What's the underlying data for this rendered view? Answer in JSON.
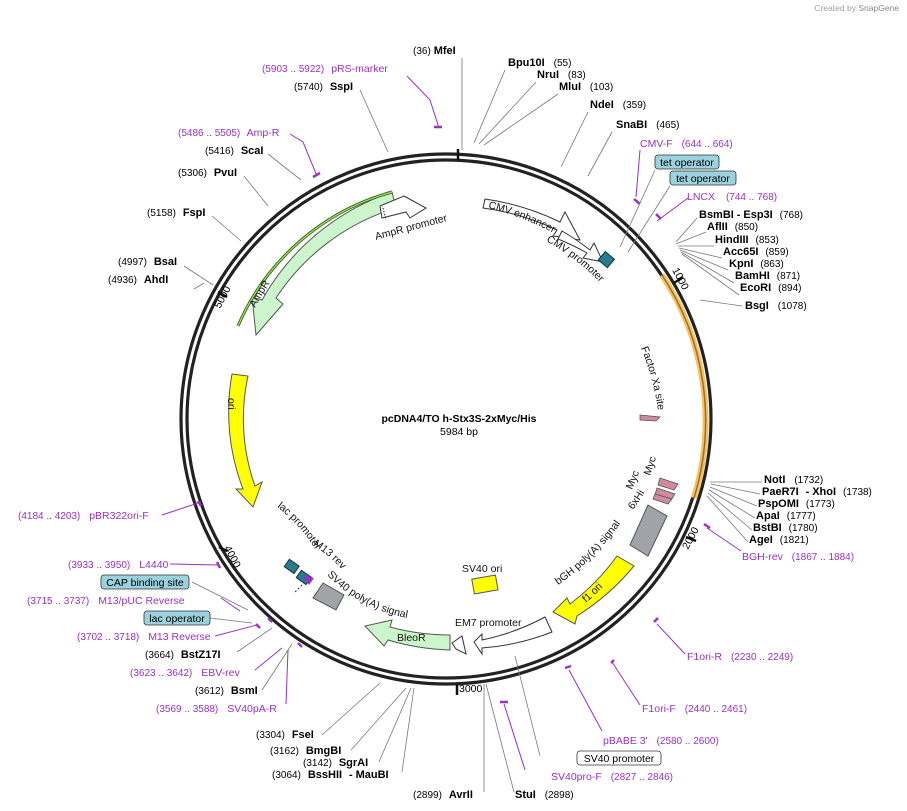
{
  "credit": {
    "created_by": "Created by",
    "brand": "SnapGene"
  },
  "plasmid": {
    "name": "pcDNA4/TO h-Stx3S-2xMyc/His",
    "length": "5984 bp"
  },
  "ticks": [
    "1000",
    "2000",
    "3000",
    "4000",
    "5000"
  ],
  "enzymes": [
    {
      "name": "MfeI",
      "coord": "(36)"
    },
    {
      "name": "Bpu10I",
      "coord": "(55)"
    },
    {
      "name": "NruI",
      "coord": "(83)"
    },
    {
      "name": "MluI",
      "coord": "(103)"
    },
    {
      "name": "NdeI",
      "coord": "(359)"
    },
    {
      "name": "SnaBI",
      "coord": "(465)"
    },
    {
      "name": "BsmBI",
      "name2": "Esp3I",
      "coord": "(768)"
    },
    {
      "name": "AflII",
      "coord": "(850)"
    },
    {
      "name": "HindIII",
      "coord": "(853)"
    },
    {
      "name": "Acc65I",
      "coord": "(859)"
    },
    {
      "name": "KpnI",
      "coord": "(863)"
    },
    {
      "name": "BamHI",
      "coord": "(871)"
    },
    {
      "name": "EcoRI",
      "coord": "(894)"
    },
    {
      "name": "BsgI",
      "coord": "(1078)"
    },
    {
      "name": "NotI",
      "coord": "(1732)"
    },
    {
      "name": "PaeR7I",
      "name2": "XhoI",
      "coord": "(1738)"
    },
    {
      "name": "PspOMI",
      "coord": "(1773)"
    },
    {
      "name": "ApaI",
      "coord": "(1777)"
    },
    {
      "name": "BstBI",
      "coord": "(1780)"
    },
    {
      "name": "AgeI",
      "coord": "(1821)"
    },
    {
      "name": "StuI",
      "coord": "(2898)"
    },
    {
      "name": "AvrII",
      "coord": "(2899)"
    },
    {
      "name": "BssHII",
      "name2": "MauBI",
      "coord": "(3064)"
    },
    {
      "name": "SgrAI",
      "coord": "(3142)"
    },
    {
      "name": "BmgBI",
      "coord": "(3162)"
    },
    {
      "name": "FseI",
      "coord": "(3304)"
    },
    {
      "name": "BsmI",
      "coord": "(3612)"
    },
    {
      "name": "BstZ17I",
      "coord": "(3664)"
    },
    {
      "name": "AhdI",
      "coord": "(4936)"
    },
    {
      "name": "BsaI",
      "coord": "(4997)"
    },
    {
      "name": "FspI",
      "coord": "(5158)"
    },
    {
      "name": "PvuI",
      "coord": "(5306)"
    },
    {
      "name": "ScaI",
      "coord": "(5416)"
    },
    {
      "name": "SspI",
      "coord": "(5740)"
    }
  ],
  "primers": [
    {
      "name": "pRS-marker",
      "coord": "(5903 .. 5922)"
    },
    {
      "name": "Amp-R",
      "coord": "(5486 .. 5505)"
    },
    {
      "name": "CMV-F",
      "coord": "(644 .. 664)"
    },
    {
      "name": "LNCX",
      "coord": "(744 .. 768)"
    },
    {
      "name": "BGH-rev",
      "coord": "(1867 .. 1884)"
    },
    {
      "name": "F1ori-R",
      "coord": "(2230 .. 2249)"
    },
    {
      "name": "F1ori-F",
      "coord": "(2440 .. 2461)"
    },
    {
      "name": "pBABE 3'",
      "coord": "(2580 .. 2600)"
    },
    {
      "name": "SV40pro-F",
      "coord": "(2827 .. 2846)"
    },
    {
      "name": "pBR322ori-F",
      "coord": "(4184 .. 4203)"
    },
    {
      "name": "L4440",
      "coord": "(3933 .. 3950)"
    },
    {
      "name": "M13/pUC Reverse",
      "coord": "(3715 .. 3737)"
    },
    {
      "name": "M13 Reverse",
      "coord": "(3702 .. 3718)"
    },
    {
      "name": "EBV-rev",
      "coord": "(3623 .. 3642)"
    },
    {
      "name": "SV40pA-R",
      "coord": "(3569 .. 3588)"
    }
  ],
  "boxed_labels": [
    {
      "name": "tet operator"
    },
    {
      "name": "tet operator"
    },
    {
      "name": "CAP binding site"
    },
    {
      "name": "lac operator"
    },
    {
      "name": "SV40 promoter"
    }
  ],
  "features": [
    "CMV enhancer",
    "CMV promoter",
    "Factor Xa site",
    "Myc",
    "Myc",
    "6xHis",
    "bGH poly(A) signal",
    "f1 ori",
    "SV40 ori",
    "EM7 promoter",
    "BleoR",
    "SV40 poly(A) signal",
    "M13 rev",
    "lac promoter",
    "ori",
    "AmpR",
    "AmpR promoter"
  ],
  "colors": {
    "backbone": "#222222",
    "primer": "#9b30c8",
    "promoter": "#ffffff",
    "cds": "#ccf5cc",
    "ori": "#ffff00",
    "polyA": "#a0a4a8",
    "boxed": "#9cd1de"
  }
}
